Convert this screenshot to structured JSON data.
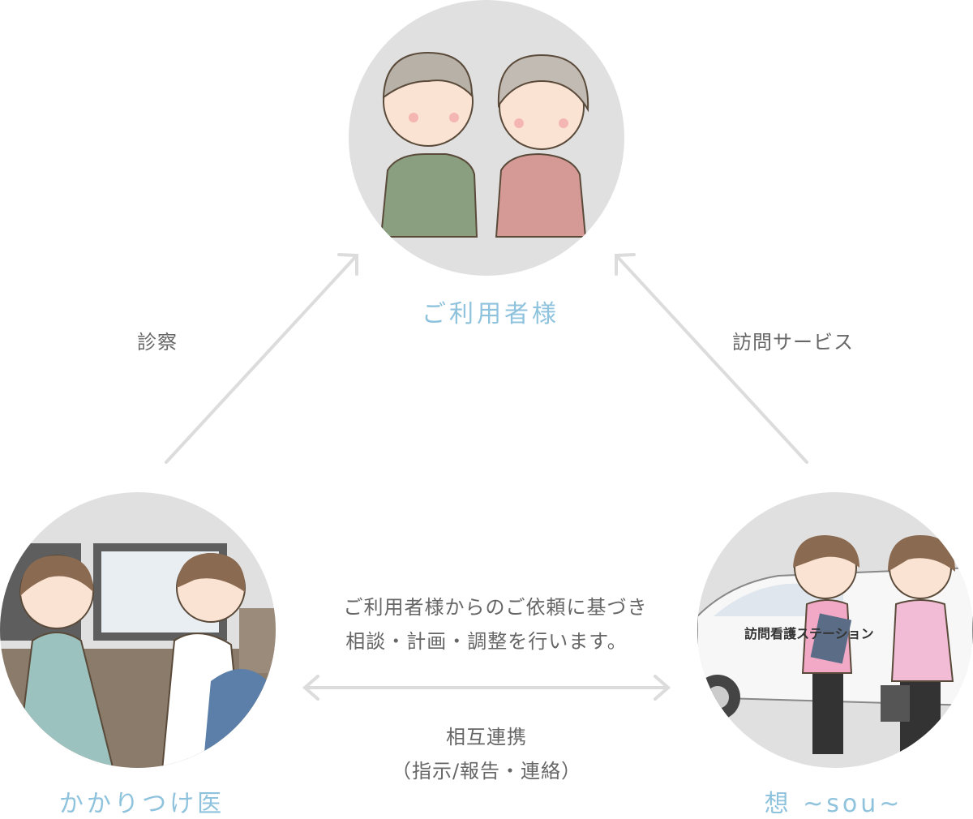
{
  "nodes": {
    "user": {
      "label": "ご利用者様"
    },
    "doctor": {
      "label": "かかりつけ医"
    },
    "station": {
      "label": "想 ~sou~",
      "car_text": "訪問看護ステーション"
    }
  },
  "edges": {
    "doctor_to_user": "診察",
    "station_to_user": "訪問サービス",
    "description_line1": "ご利用者様からのご依頼に基づき",
    "description_line2": "相談・計画・調整を行います。",
    "mutual_line1": "相互連携",
    "mutual_line2": "（指示/報告・連絡）"
  },
  "colors": {
    "accent": "#8fc3dd",
    "circle": "#e0e0e0",
    "arrow": "#dcdcdc",
    "text": "#666666"
  }
}
